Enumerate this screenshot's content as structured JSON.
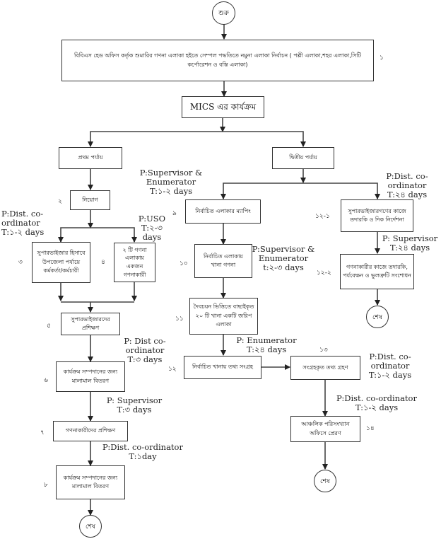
{
  "diagram": {
    "type": "flowchart",
    "start": "শুরু",
    "end": "শেষ",
    "nodes": {
      "n1": {
        "step": "১",
        "text": "বিবিএস হেড অফিস কর্তৃক শুমারির গণনা এলাকা হইতে সেম্পল পদ্ধতিতে নমুনা এলাকা নির্বাচন ( পল্লী এলাকা,শহর এলাকা,সিটি কর্পোরেশন ও বস্তি এলাকা)"
      },
      "mics": {
        "text": "MICS এর কার্যক্রম"
      },
      "phase1": {
        "text": "প্রথম পর্যায়"
      },
      "phase2": {
        "text": "দ্বিতীয় পর্যায়"
      },
      "n2": {
        "step": "২",
        "text": "নিয়োগ"
      },
      "n3": {
        "step": "৩",
        "text": "সুপারভাইজার হিসাবে উপজেলা পর্যায়ে কর্মকর্তা/কর্মচারী"
      },
      "n4": {
        "step": "৪",
        "text": "২ টি গণনা এলাকায় একজন গণনাকারী"
      },
      "n5": {
        "step": "৫",
        "text": "সুপারভাইজারদের প্রশিক্ষণ"
      },
      "n6": {
        "step": "৬",
        "text": "কার্যক্রম সম্পদানের জন্য মালামাল বিতরণ"
      },
      "n7": {
        "step": "৭",
        "text": "গণনাকারীদের প্রশিক্ষণ"
      },
      "n8": {
        "step": "৮",
        "text": "কার্যক্রম সম্পদানের জন্য মালামাল বিতরণ"
      },
      "n9": {
        "step": "৯",
        "text": "নির্বাচিত এলাকার ম্যাপিং"
      },
      "n10": {
        "step": "১০",
        "text": "নির্বাচিত এলাকায় খানা গণনা"
      },
      "n11": {
        "step": "১১",
        "text": "দৈবচয়ন ভিত্তিতে বাছাইকৃত ২০ টি খানা একটি জরিপ এলাকা"
      },
      "n12": {
        "step": "১২",
        "text": "নির্বাচিত খানায় তথ্য সংগ্রহ"
      },
      "n12_1": {
        "step": "১২-১",
        "text": "সুপারভাইজারগণের কাজে তদারকি ও দিক নির্দেশনা"
      },
      "n12_2": {
        "step": "১২-২",
        "text": "গণনাকারীর কাজে তদারকি, পর্যবেক্ষন ও ভুলত্রুটি সংশোধন"
      },
      "n13": {
        "step": "১৩",
        "text": "সংগ্রহকৃত তথ্য গ্রহণ"
      },
      "n14": {
        "step": "১৪",
        "text": "আঞ্চলিক পরিসংখ্যান অফিসে প্রেরণ"
      }
    },
    "notes": {
      "a9": "P:Supervisor &\nEnumerator\nT:১-২ days",
      "a3": "P:Dist. co-\nordinator\nT:১-২ days",
      "a4": "P:USO\nT:২-৩\ndays",
      "a5": "P: Dist co-ordinator\nT:৩ days",
      "a6": "P: Supervisor\nT:৩ days",
      "a7": "P:Dist. co-ordinator\nT:১day",
      "a10": "P:Supervisor &\nEnumerator\nt:২-৩ days",
      "a12": "P: Enumerator\nT:২৪ days",
      "a12_1": "P:Dist. co-\nordinator\nT:২৪ days",
      "a12_2": "P: Supervisor\nT:২৪ days",
      "a13": "P:Dist. co-\nordinator\nT:১-২ days",
      "a14": "P:Dist. co-ordinator\nT:১-২ days"
    },
    "colors": {
      "line": "#333333",
      "box_border": "#333333",
      "background": "#ffffff"
    }
  }
}
